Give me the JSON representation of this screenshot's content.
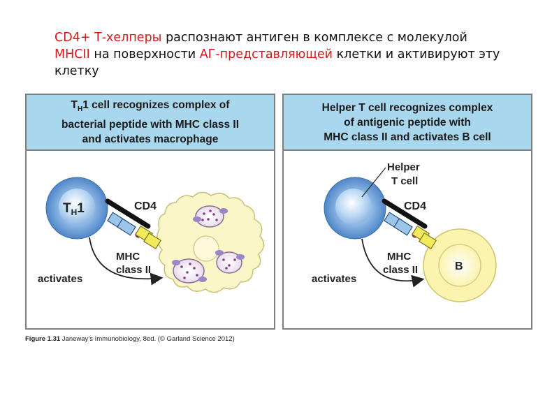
{
  "heading": {
    "part1": "CD4+ Т-хелперы",
    "part2": " распознают антиген в комплексе с молекулой ",
    "part3": "MHCII",
    "part4": " на поверхности ",
    "part5": "АГ-представляющей",
    "part6": " клетки и активируют эту клетку"
  },
  "panel_left": {
    "title_line1": "T",
    "title_sub": "H",
    "title_rest": "1 cell recognizes complex of",
    "title_line2": "bacterial peptide with MHC class II",
    "title_line3": "and activates macrophage",
    "cell_label_main": "T",
    "cell_label_sub": "H",
    "cell_label_rest": "1",
    "cd4_label": "CD4",
    "mhc_label_1": "MHC",
    "mhc_label_2": "class II",
    "activates_label": "activates"
  },
  "panel_right": {
    "title_line1": "Helper T cell recognizes complex",
    "title_line2": "of antigenic peptide with",
    "title_line3": "MHC class II and activates B cell",
    "helper_label_1": "Helper",
    "helper_label_2": "T cell",
    "cd4_label": "CD4",
    "mhc_label_1": "MHC",
    "mhc_label_2": "class II",
    "activates_label": "activates",
    "b_cell_label": "B"
  },
  "caption": {
    "bold": "Figure 1.31",
    "rest": " Janeway’s Immunobiology, 8ed. (© Garland Science 2012)"
  },
  "colors": {
    "highlight": "#d21a1a",
    "panel_header": "#a9d7ee",
    "t_cell": "#5d95d5",
    "macrophage": "#fbf6c8",
    "b_cell": "#fbf3ae",
    "mhc_yellow": "#f1ea5a",
    "tcr_blue": "#9bc5ea"
  }
}
